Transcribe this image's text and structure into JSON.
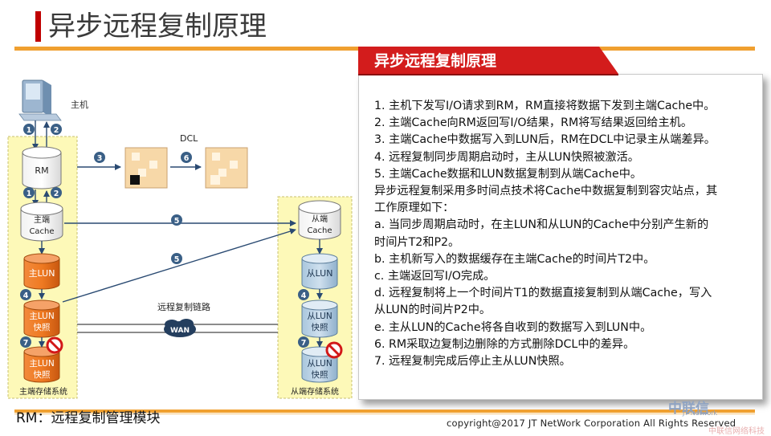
{
  "slide": {
    "title": "异步远程复制原理",
    "banner_title": "异步远程复制原理",
    "rm_definition": "RM：远程复制管理模块",
    "copyright": "copyright@2017 JT NetWork Corporation All Rights Reserved",
    "logo_cn": "中联信",
    "logo_en": "JT Network",
    "watermark": "中联信网络科技"
  },
  "steps": [
    "1. 主机下发写I/O请求到RM，RM直接将数据下发到主端Cache中。",
    "2. 主端Cache向RM返回写I/O结果，RM将写结果返回给主机。",
    "3. 主端Cache中数据写入到LUN后，RM在DCL中记录主从端差异。",
    "4. 远程复制同步周期启动时，主从LUN快照被激活。",
    "5. 主端Cache数据和LUN数据复制到从端Cache中。",
    "异步远程复制采用多时间点技术将Cache中数据复制到容灾站点，其",
    "工作原理如下：",
    "a. 当同步周期启动时，在主LUN和从LUN的Cache中分别产生新的",
    "时间片T2和P2。",
    "b. 主机新写入的数据缓存在主端Cache的时间片T2中。",
    "c. 主端返回写I/O完成。",
    "d. 远程复制将上一个时间片T1的数据直接复制到从端Cache，写入",
    "从LUN的时间片P2中。",
    "e. 主从LUN的Cache将各自收到的数据写入到LUN中。",
    "6. RM采取边复制边删除的方式删除DCL中的差异。",
    "7. 远程复制完成后停止主从LUN快照。"
  ],
  "diagram": {
    "host_label": "主机",
    "dcl_label": "DCL",
    "rm_label": "RM",
    "primary_cache_line1": "主端",
    "primary_cache_line2": "Cache",
    "secondary_cache_line1": "从端",
    "secondary_cache_line2": "Cache",
    "primary_lun": "主LUN",
    "primary_snap1_line1": "主LUN",
    "primary_snap1_line2": "快照",
    "primary_snap2_line1": "主LUN",
    "primary_snap2_line2": "快照",
    "secondary_lun": "从LUN",
    "secondary_snap1_line1": "从LUN",
    "secondary_snap1_line2": "快照",
    "secondary_snap2_line1": "从LUN",
    "secondary_snap2_line2": "快照",
    "link_label": "远程复制链路",
    "wan_label": "WAN",
    "primary_system": "主端存储系统",
    "secondary_system": "从端存储系统",
    "badges": [
      "1",
      "2",
      "3",
      "6",
      "1",
      "2",
      "5",
      "5",
      "4",
      "7",
      "4",
      "7"
    ]
  },
  "colors": {
    "accent_red": "#c00000",
    "rule_orange": "#f0a030",
    "storage_bg": "#fdf9b8",
    "orange_cyl": "#e86b1a",
    "blue_cyl": "#bcd4e6",
    "badge_blue": "#3a5f86"
  }
}
